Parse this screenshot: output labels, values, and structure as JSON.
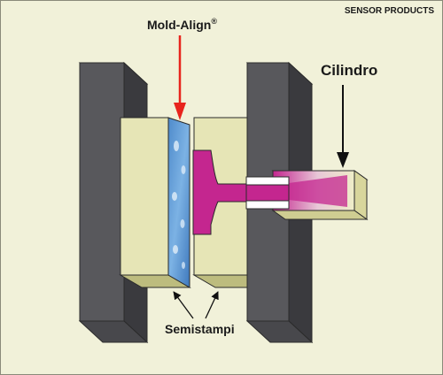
{
  "diagram": {
    "brand": "SENSOR PRODUCTS",
    "labels": {
      "mold_align": "Mold-Align",
      "mold_align_mark": "®",
      "cilindro": "Cilindro",
      "semistampi": "Semistampi"
    },
    "colors": {
      "background": "#f1f1d9",
      "platen_front": "#56565a",
      "platen_top": "#707075",
      "platen_side": "#38383c",
      "mold_front": "#e5e4b4",
      "mold_shadow": "#bcbb7c",
      "film": "#5b95d1",
      "plastic": "#c4268f",
      "arrow_red": "#e8241d",
      "arrow_black": "#111111"
    },
    "icons": [
      "arrow-down-red-icon",
      "arrow-down-black-icon",
      "leader-arrow-icon"
    ]
  }
}
